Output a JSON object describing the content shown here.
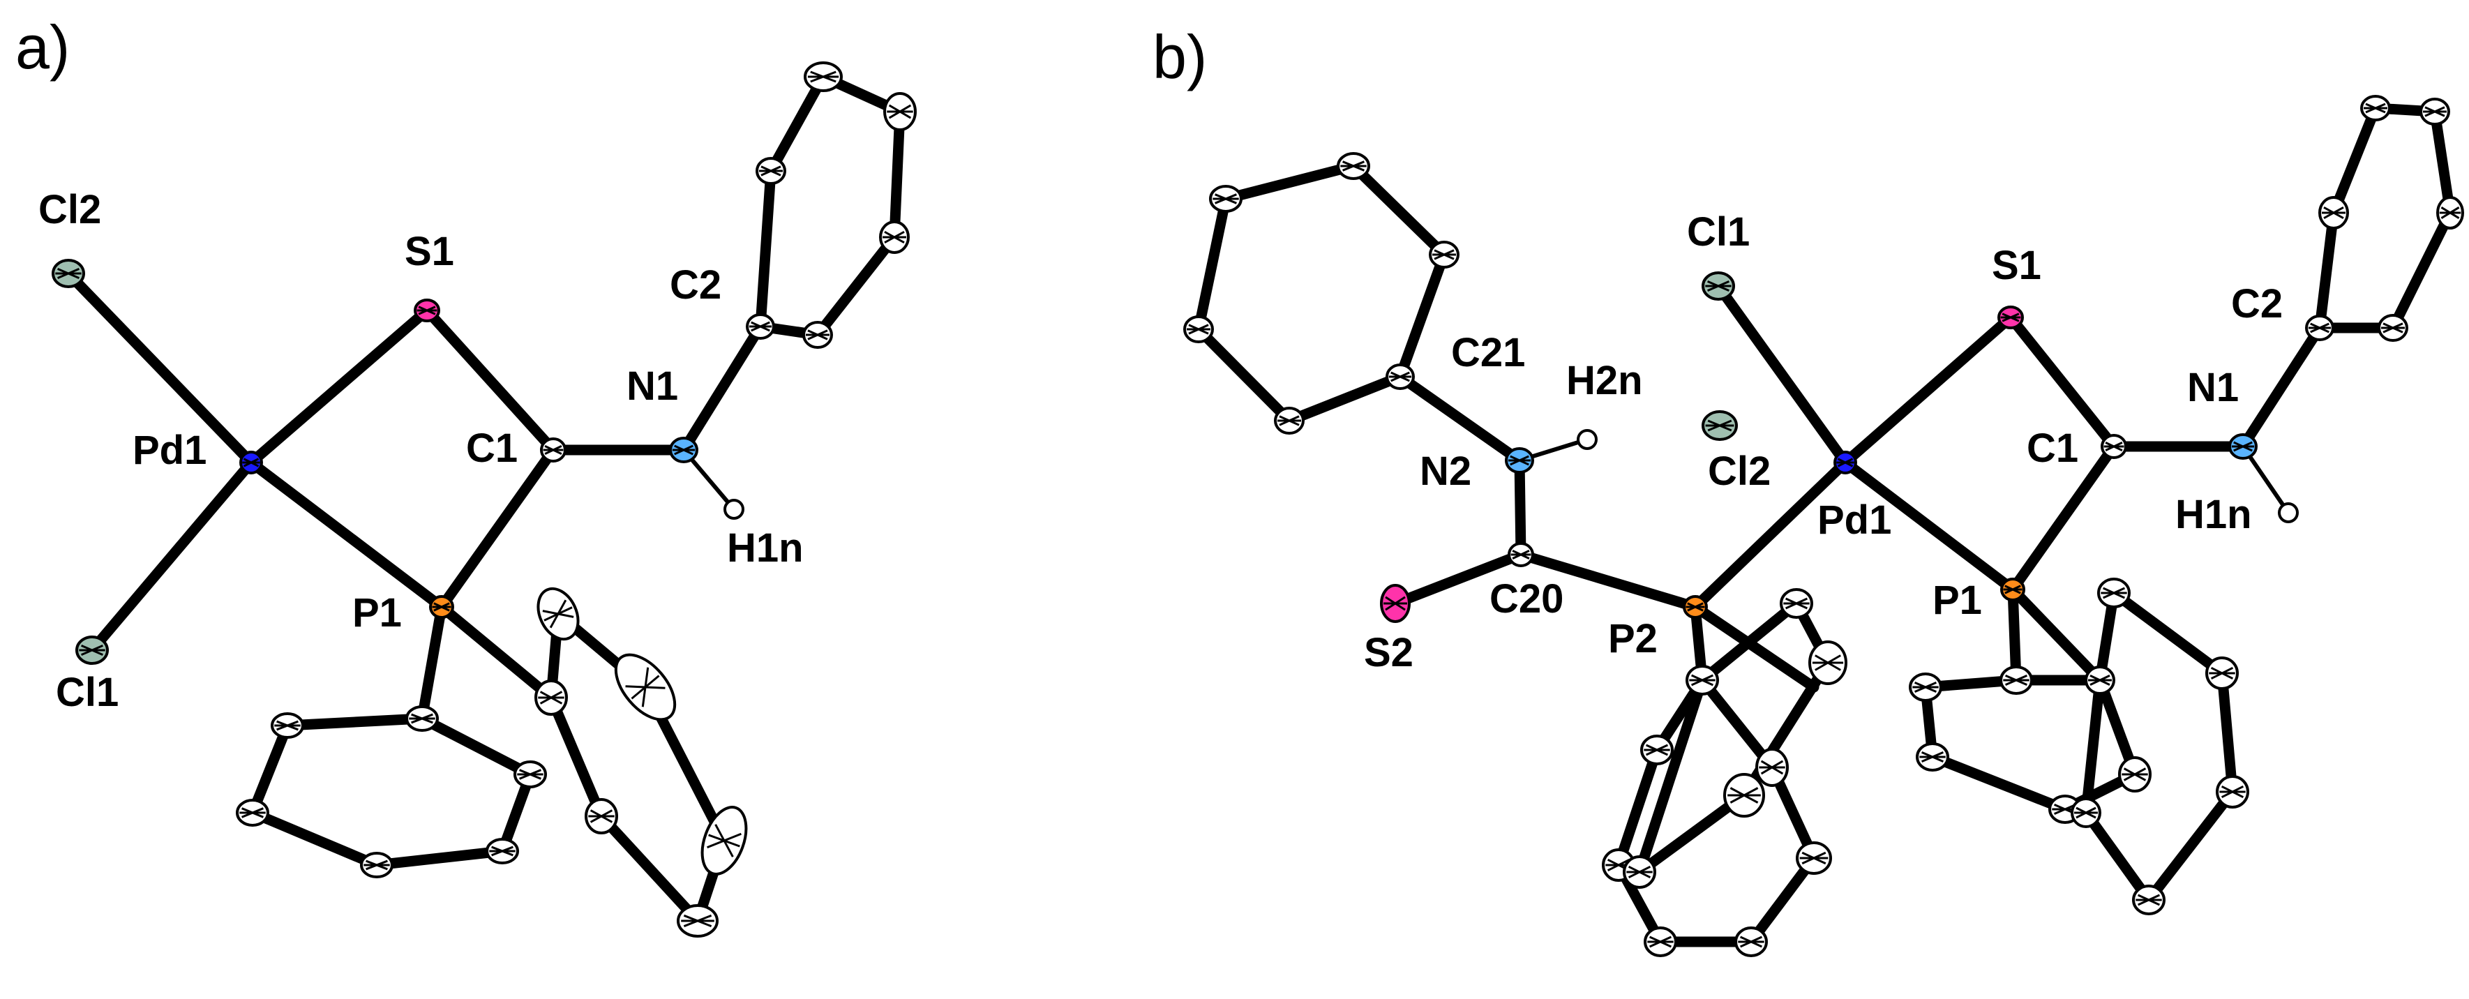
{
  "panels": [
    {
      "label": "a)",
      "atoms": [
        {
          "name": "Cl2",
          "label": "Cl2"
        },
        {
          "name": "Cl1",
          "label": "Cl1"
        },
        {
          "name": "S1",
          "label": "S1"
        },
        {
          "name": "Pd1",
          "label": "Pd1"
        },
        {
          "name": "C1",
          "label": "C1"
        },
        {
          "name": "N1",
          "label": "N1"
        },
        {
          "name": "C2",
          "label": "C2"
        },
        {
          "name": "H1n",
          "label": "H1n"
        },
        {
          "name": "P1",
          "label": "P1"
        }
      ]
    },
    {
      "label": "b)",
      "atoms": [
        {
          "name": "Cl1",
          "label": "Cl1"
        },
        {
          "name": "Cl2",
          "label": "Cl2"
        },
        {
          "name": "S1",
          "label": "S1"
        },
        {
          "name": "S2",
          "label": "S2"
        },
        {
          "name": "Pd1",
          "label": "Pd1"
        },
        {
          "name": "C1",
          "label": "C1"
        },
        {
          "name": "C2",
          "label": "C2"
        },
        {
          "name": "N1",
          "label": "N1"
        },
        {
          "name": "H1n",
          "label": "H1n"
        },
        {
          "name": "P1",
          "label": "P1"
        },
        {
          "name": "P2",
          "label": "P2"
        },
        {
          "name": "C20",
          "label": "C20"
        },
        {
          "name": "C21",
          "label": "C21"
        },
        {
          "name": "N2",
          "label": "N2"
        },
        {
          "name": "H2n",
          "label": "H2n"
        }
      ]
    }
  ],
  "colors": {
    "Pd": "#1a1aff",
    "S": "#ff33aa",
    "P": "#ff8c1a",
    "N": "#5ab4ff",
    "Cl": "#9fbfb0",
    "C": "#ffffff",
    "H": "#ffffff"
  }
}
